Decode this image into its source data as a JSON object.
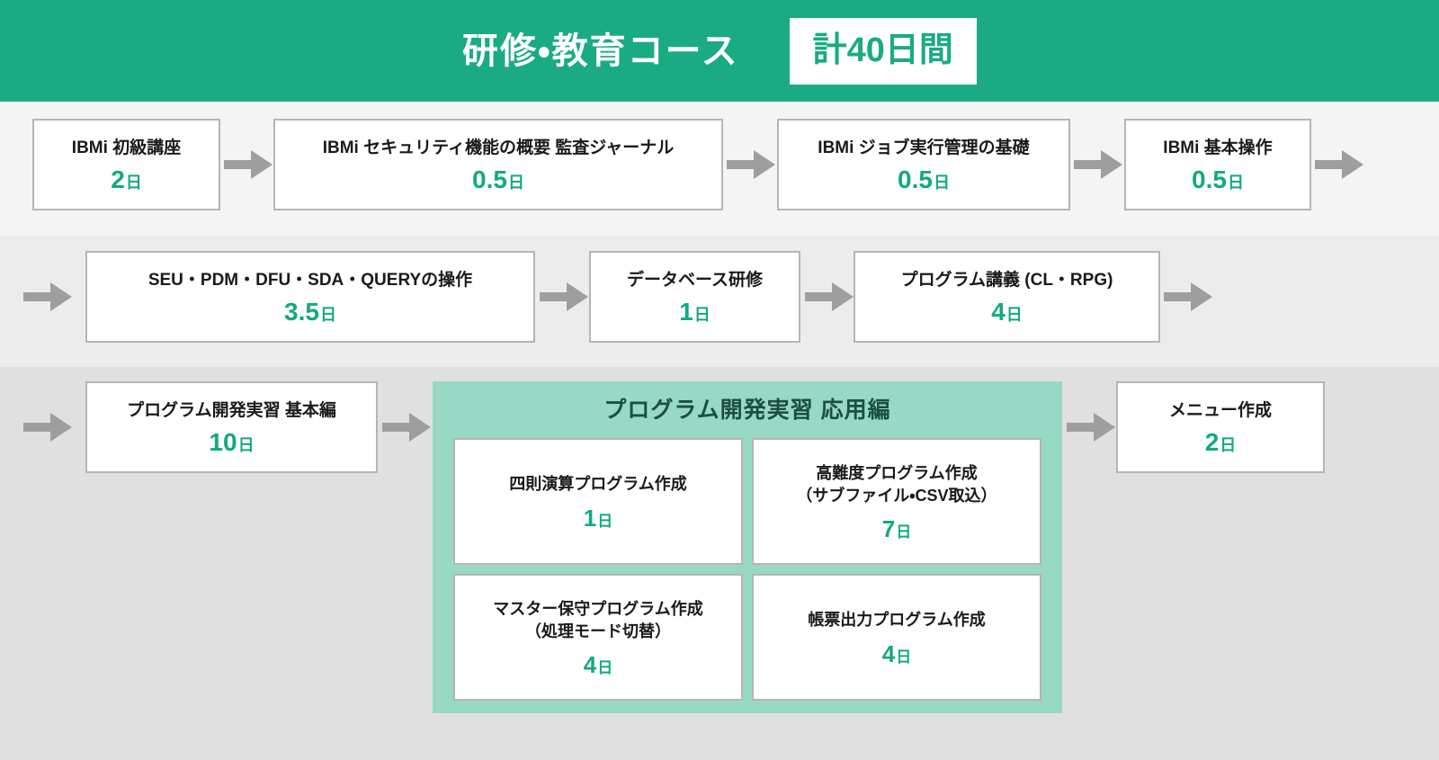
{
  "header": {
    "title": "研修・教育コース",
    "badge": "計40日間",
    "bg_color": "#1aab83",
    "badge_bg": "#ffffff",
    "badge_text_color": "#1aab83"
  },
  "theme": {
    "accent_green": "#13a97f",
    "group_bg": "#97d9c4",
    "group_title_color": "#1b4f42",
    "box_border": "#b5b5b5",
    "arrow_color": "#9e9e9e",
    "band1_bg": "#f4f4f4",
    "band2_bg": "#ececec",
    "band3_bg": "#e0e0e0"
  },
  "day_unit": "日",
  "rows": [
    {
      "leading_arrow": false,
      "trailing_arrow": true,
      "nodes": [
        {
          "label": "IBMi 初級講座",
          "days": "2"
        },
        {
          "label": "IBMi セキュリティ機能の概要 監査ジャーナル",
          "days": "0.5"
        },
        {
          "label": "IBMi ジョブ実行管理の基礎",
          "days": "0.5"
        },
        {
          "label": "IBMi 基本操作",
          "days": "0.5"
        }
      ]
    },
    {
      "leading_arrow": true,
      "trailing_arrow": true,
      "nodes": [
        {
          "label": "SEU・PDM・DFU・SDA・QUERYの操作",
          "days": "3.5"
        },
        {
          "label": "データベース研修",
          "days": "1"
        },
        {
          "label": "プログラム講義 (CL・RPG)",
          "days": "4"
        }
      ]
    },
    {
      "leading_arrow": true,
      "trailing_arrow": false,
      "nodes": [
        {
          "label": "プログラム開発実習 基本編",
          "days": "10"
        },
        {
          "label": "メニュー作成",
          "days": "2"
        }
      ]
    }
  ],
  "group": {
    "title": "プログラム開発実習 応用編",
    "items": [
      {
        "label": "四則演算プログラム作成",
        "days": "1"
      },
      {
        "label": "高難度プログラム作成\n（サブファイル・CSV取込）",
        "days": "7"
      },
      {
        "label": "マスター保守プログラム作成\n（処理モード切替）",
        "days": "4"
      },
      {
        "label": "帳票出力プログラム作成",
        "days": "4"
      }
    ]
  }
}
